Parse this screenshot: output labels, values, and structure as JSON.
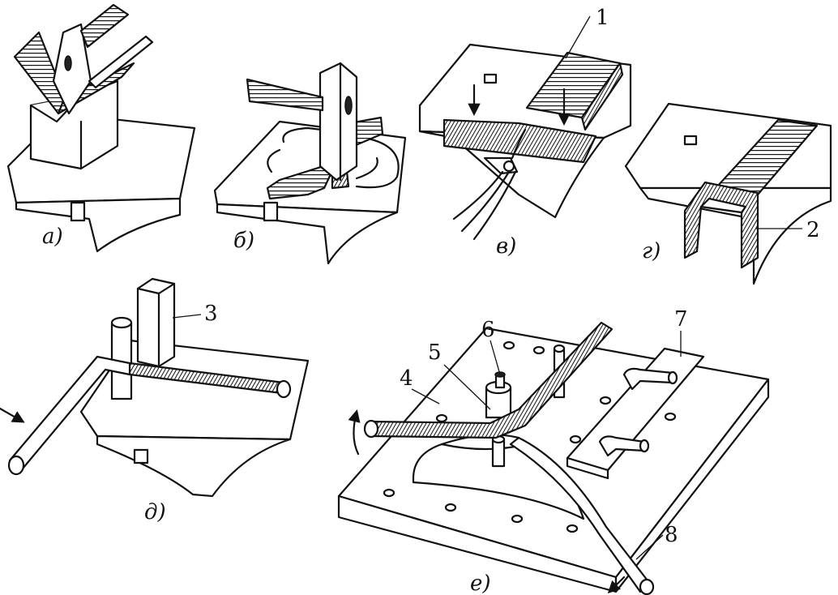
{
  "panels": {
    "a": {
      "label": "а)"
    },
    "b": {
      "label": "б)"
    },
    "v": {
      "label": "в)"
    },
    "g": {
      "label": "г)"
    },
    "d": {
      "label": "д)"
    },
    "e": {
      "label": "е)"
    }
  },
  "callouts": [
    "1",
    "2",
    "3",
    "4",
    "5",
    "6",
    "7",
    "8"
  ]
}
